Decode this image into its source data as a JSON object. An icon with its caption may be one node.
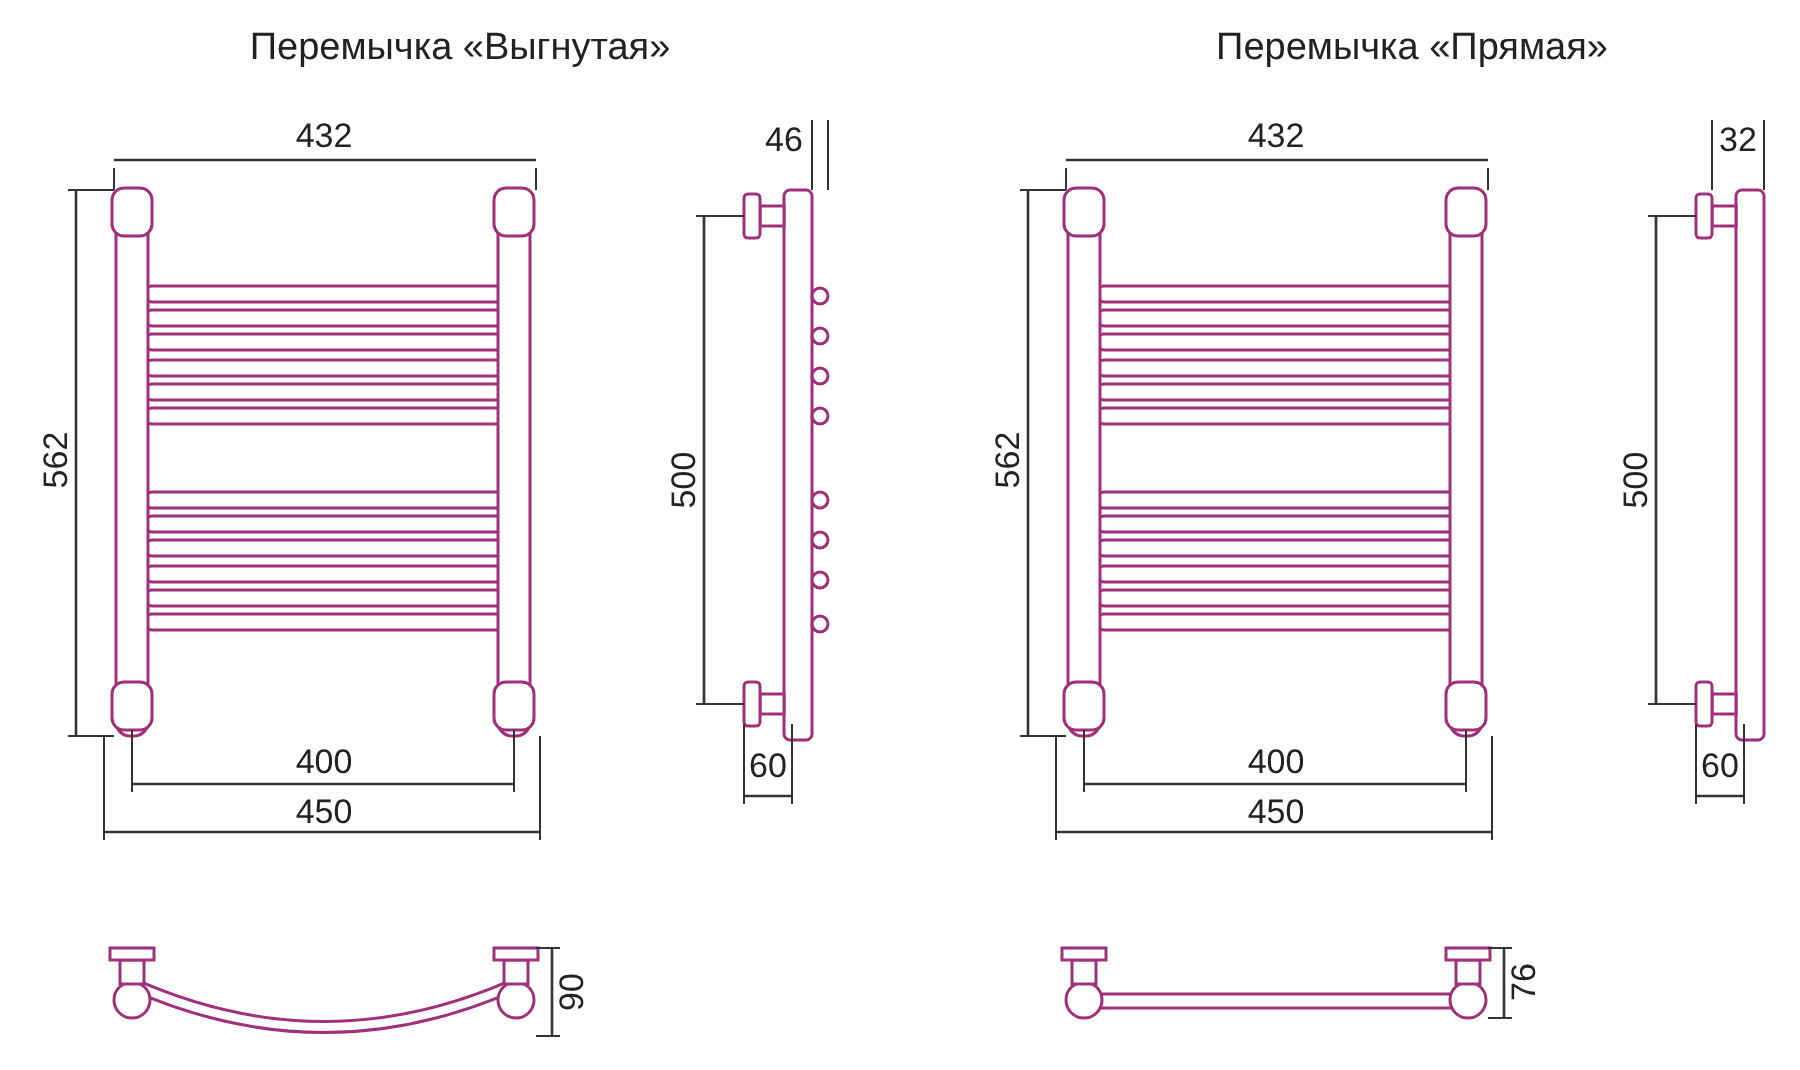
{
  "diagram": {
    "labels": [
      "Перемычка «Выгнутая»",
      "Перемычка «Прямая»",
      "432",
      "46",
      "432",
      "32",
      "562",
      "500",
      "562",
      "500",
      "400",
      "60",
      "400",
      "60",
      "450",
      "450",
      "90",
      "76"
    ]
  }
}
